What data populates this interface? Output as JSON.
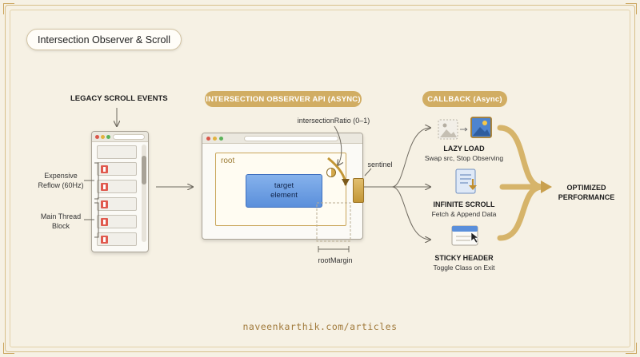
{
  "title": "Intersection Observer & Scroll",
  "sections": {
    "legacy": "LEGACY SCROLL EVENTS",
    "api": "INTERSECTION OBSERVER API (ASYNC)",
    "callback": "CALLBACK (Async)"
  },
  "legacy": {
    "reflow": "Expensive\nReflow (60Hz)",
    "block": "Main Thread\nBlock"
  },
  "observer": {
    "root_label": "root",
    "target_label": "target\nelement",
    "ratio_label": "intersectionRatio (0–1)",
    "sentinel_label": "sentinel",
    "margin_label": "rootMargin"
  },
  "callbacks": [
    {
      "title": "LAZY LOAD",
      "desc": "Swap src, Stop Observing"
    },
    {
      "title": "INFINITE SCROLL",
      "desc": "Fetch & Append Data"
    },
    {
      "title": "STICKY HEADER",
      "desc": "Toggle Class on Exit"
    }
  ],
  "result": "OPTIMIZED\nPERFORMANCE",
  "footer": "naveenkarthik.com/articles",
  "colors": {
    "background": "#f6f1e4",
    "gold": "#d1ad63",
    "target_blue": "#6b9ee3",
    "alert_red": "#e05a4e"
  }
}
